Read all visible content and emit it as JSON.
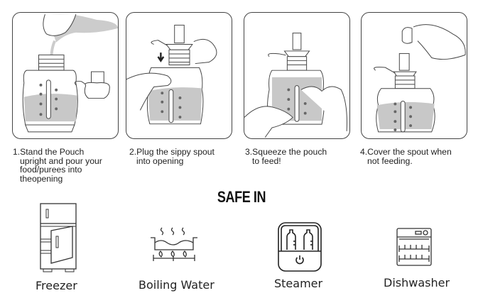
{
  "steps": [
    {
      "number": "1.",
      "line1": "Stand the Pouch",
      "rest": "upright and pour your\nfood/purees into\ntheopening",
      "illustration": "pouring-food-into-pouch"
    },
    {
      "number": "2.",
      "line1": "Plug the sippy spout",
      "rest": "into opening",
      "illustration": "attaching-spout"
    },
    {
      "number": "3.",
      "line1": "Squeeze the pouch",
      "rest": "to feed!",
      "illustration": "squeezing-pouch"
    },
    {
      "number": "4.",
      "line1": "Cover the spout when",
      "rest": "not feeding.",
      "illustration": "capping-spout"
    }
  ],
  "safe_in": {
    "title": "SAFE IN",
    "items": [
      {
        "label": "Freezer",
        "icon": "freezer-icon"
      },
      {
        "label": "Boiling Water",
        "icon": "boiling-water-icon"
      },
      {
        "label": "Steamer",
        "icon": "steamer-icon"
      },
      {
        "label": "Dishwasher",
        "icon": "dishwasher-icon"
      }
    ]
  },
  "colors": {
    "line": "#444444",
    "fill": "#c8c8c8",
    "text": "#222222"
  }
}
